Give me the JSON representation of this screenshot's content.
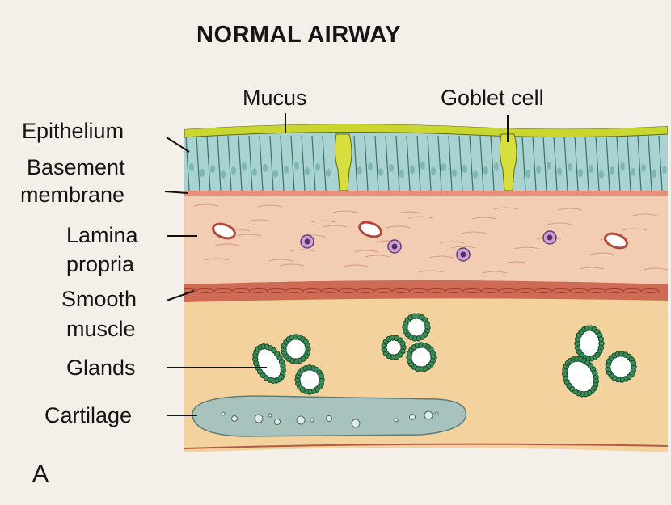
{
  "title": "NORMAL AIRWAY",
  "panel_letter": "A",
  "labels": {
    "mucus": "Mucus",
    "goblet_cell": "Goblet cell",
    "epithelium": "Epithelium",
    "basement_1": "Basement",
    "basement_2": "membrane",
    "lamina_1": "Lamina",
    "lamina_2": "propria",
    "smooth_1": "Smooth",
    "smooth_2": "muscle",
    "glands": "Glands",
    "cartilage": "Cartilage"
  },
  "colors": {
    "background": "#f4f0e9",
    "mucus": "#c8d62f",
    "epithelium": "#a9d3d0",
    "goblet": "#7fae8f",
    "basement": "#e8907a",
    "lamina": "#f2cdb3",
    "smooth_muscle": "#cf6b55",
    "submucosa": "#f3d29e",
    "gland": "#2d7a4c",
    "cartilage": "#a8c3bd",
    "cell_nucleus": "#7b3f8c"
  }
}
